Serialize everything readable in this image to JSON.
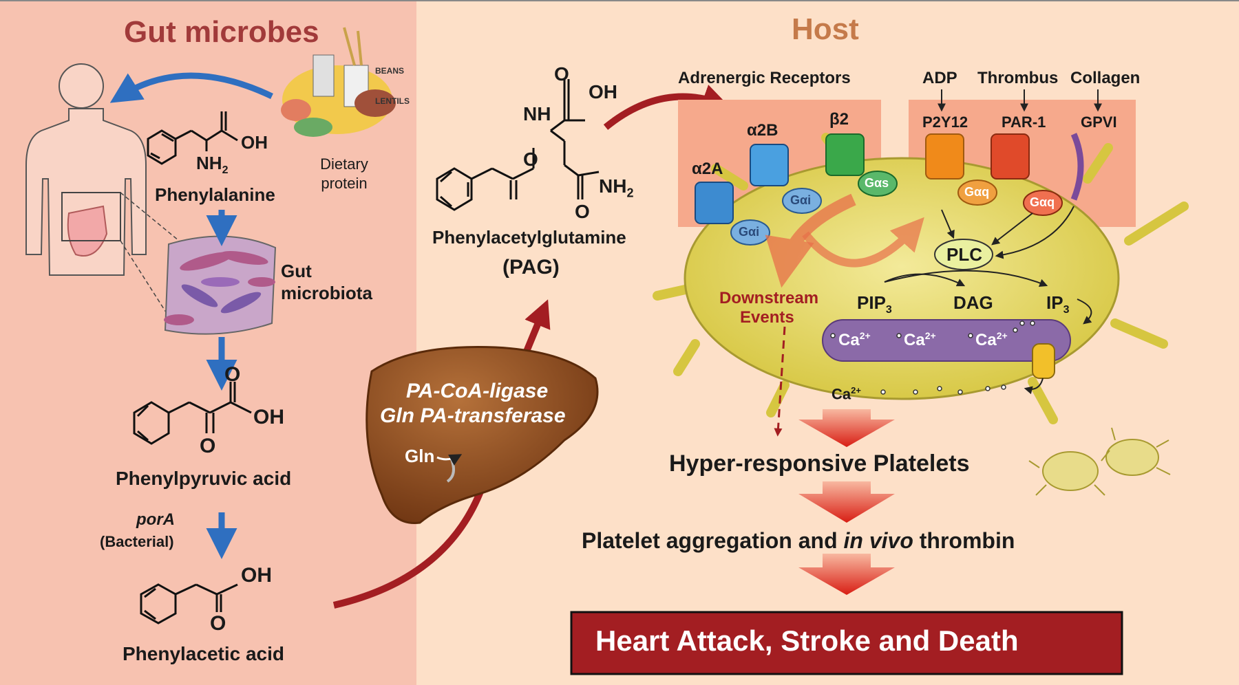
{
  "panels": {
    "left_title": "Gut microbes",
    "right_title": "Host"
  },
  "left": {
    "dietary_protein": "Dietary protein",
    "phenylalanine": "Phenylalanine",
    "gut_microbiota": "Gut microbiota",
    "phenylpyruvic_acid": "Phenylpyruvic acid",
    "por_a": "porA",
    "bacterial": "(Bacterial)",
    "phenylacetic_acid": "Phenylacetic acid",
    "food_labels": [
      "BEANS",
      "LENTILS"
    ]
  },
  "chem_labels": {
    "oh": "OH",
    "nh2": "NH",
    "nh": "NH",
    "o": "O",
    "sub2": "2"
  },
  "liver": {
    "enzyme1": "PA-CoA-ligase",
    "enzyme2": "Gln PA-transferase",
    "gln": "Gln"
  },
  "pag": {
    "name": "Phenylacetylglutamine",
    "abbrev": "(PAG)"
  },
  "host": {
    "adrenergic_receptors": "Adrenergic Receptors",
    "receptors": [
      "α2A",
      "α2B",
      "β2"
    ],
    "agonists": [
      "ADP",
      "Thrombus",
      "Collagen"
    ],
    "platelet_receptors": [
      "P2Y12",
      "PAR-1",
      "GPVI"
    ],
    "g_proteins": [
      "Gαi",
      "Gαi",
      "Gαs",
      "Gαq",
      "Gαq"
    ],
    "plc": "PLC",
    "pip3": "PIP",
    "pip3_sub": "3",
    "dag": "DAG",
    "ip3": "IP",
    "ip3_sub": "3",
    "downstream": "Downstream",
    "events": "Events",
    "ca": "Ca",
    "ca_sup": "2+",
    "hyper": "Hyper-responsive Platelets",
    "aggregation_a": "Platelet aggregation and ",
    "aggregation_b": "in vivo",
    "aggregation_c": " thrombin",
    "outcome": "Heart Attack, Stroke and Death"
  },
  "colors": {
    "left_bg": "#f7c2b0",
    "right_bg": "#fde0c8",
    "title_left": "#a13a3a",
    "title_host": "#c57a4a",
    "arrow_blue": "#2f6fc0",
    "arrow_red": "#a31e22",
    "platelet": "#e6d96a",
    "er": "#8b6aa8",
    "liver": "#8b4a1e",
    "outcome_bg": "#a31e22"
  }
}
